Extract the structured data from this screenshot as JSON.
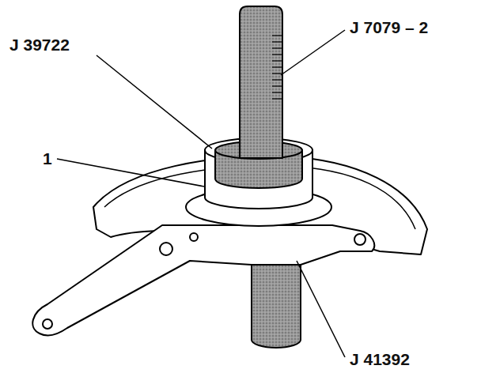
{
  "diagram": {
    "labels": [
      "J 7079 – 2",
      "J 39722",
      "1",
      "J 41392"
    ]
  }
}
